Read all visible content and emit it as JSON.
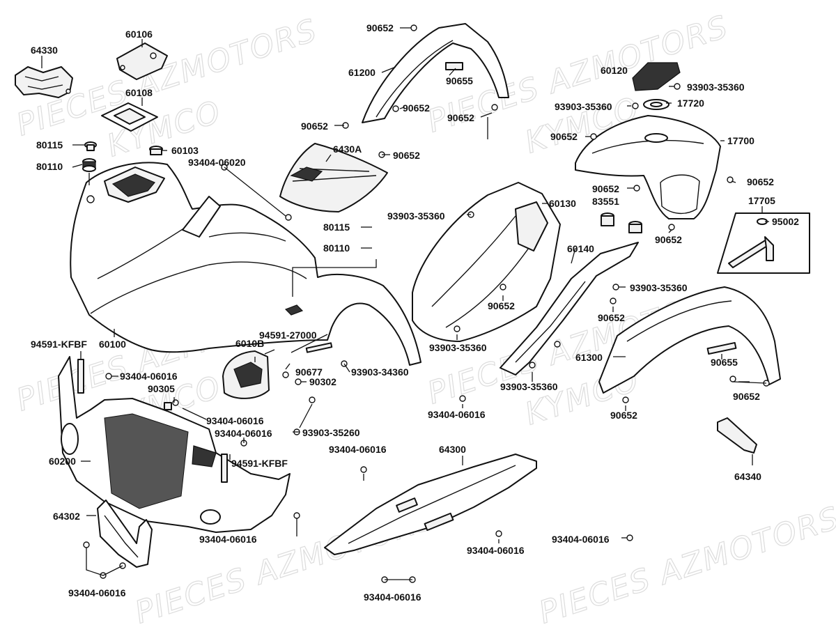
{
  "watermarks": [
    "PIECES AZMOTORS",
    "KYMCO"
  ],
  "labels": {
    "p64330": "64330",
    "p60106": "60106",
    "p60108": "60108",
    "p80115_a": "80115",
    "p80110_a": "80110",
    "p60103": "60103",
    "p93404_06020": "93404-06020",
    "p6430A": "6430A",
    "p90652_top": "90652",
    "p61200": "61200",
    "p90655_top": "90655",
    "p90652_mid1": "90652",
    "p90652_mid2": "90652",
    "p90652_hood": "90652",
    "p90652_visor": "90652",
    "p60120": "60120",
    "p93903_35360_a": "93903-35360",
    "p93903_35360_b": "93903-35360",
    "p17720": "17720",
    "p90652_tank": "90652",
    "p17700": "17700",
    "p90652_tank_r": "90652",
    "p90652_tank_b": "90652",
    "p83551": "83551",
    "p90652_83551": "90652",
    "p17705": "17705",
    "p95002": "95002",
    "p93903_35360_c": "93903-35360",
    "p60130": "60130",
    "p80115_b": "80115",
    "p80110_b": "80110",
    "p60140": "60140",
    "p90652_60130": "90652",
    "p93903_35360_d": "93903-35360",
    "p90652_60140": "90652",
    "p93903_35360_e": "93903-35360",
    "p93903_35360_f": "93903-35360",
    "p60100": "60100",
    "p94591_27000": "94591-27000",
    "p6010B": "6010B",
    "p90677": "90677",
    "p93903_34360": "93903-34360",
    "p90302": "90302",
    "p94591_KFBF_a": "94591-KFBF",
    "p93404_06016_a": "93404-06016",
    "p90305": "90305",
    "p93404_06016_b": "93404-06016",
    "p93404_06016_c": "93404-06016",
    "p93903_35260": "93903-35260",
    "p94591_KFBF_b": "94591-KFBF",
    "p61300": "61300",
    "p90655_r": "90655",
    "p90652_r1": "90652",
    "p90652_r2": "90652",
    "p93404_06016_d": "93404-06016",
    "p93404_06016_e": "93404-06016",
    "p64300": "64300",
    "p60200": "60200",
    "p64302": "64302",
    "p93404_06016_f": "93404-06016",
    "p93404_06016_g": "93404-06016",
    "p93404_06016_h": "93404-06016",
    "p93404_06016_i": "93404-06016",
    "p93404_06016_j": "93404-06016",
    "p64340": "64340"
  }
}
